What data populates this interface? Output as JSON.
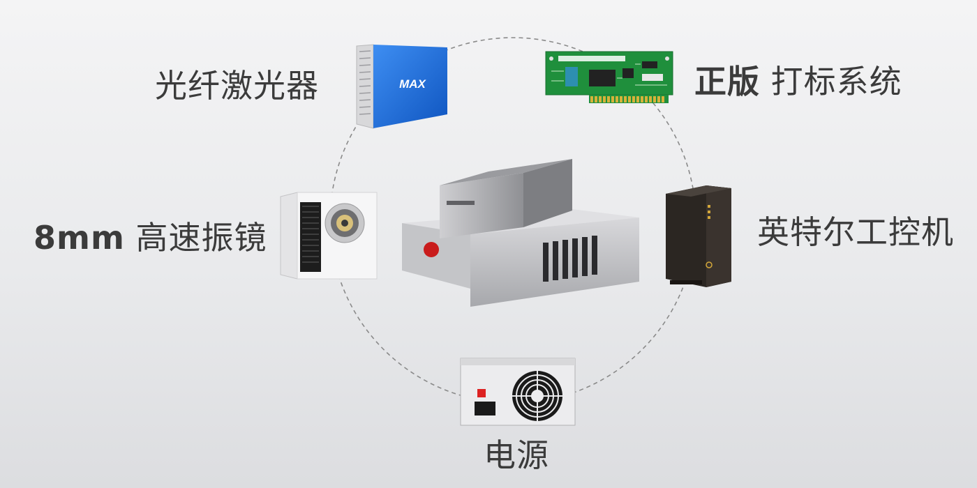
{
  "labels": {
    "fiber_laser": "光纤激光器",
    "control_card_bold": "正版",
    "control_card_rest": " 打标系统",
    "galvo_bold": "8mm",
    "galvo_rest": " 高速振镜",
    "industrial_pc": "英特尔工控机",
    "power_supply": "电源"
  },
  "laser_brand": "MAX",
  "colors": {
    "laser_blue": "#1d6fd6",
    "pcb_green": "#1f8f3c",
    "emergency_red": "#c91c1c",
    "dashed_circle": "#8a8a8a",
    "ipc_body": "#2b2622"
  }
}
